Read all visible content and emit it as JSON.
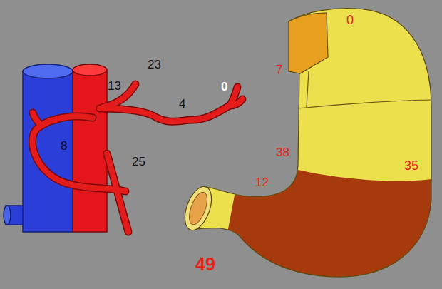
{
  "diagram": {
    "labels": [
      "0",
      "23",
      "7",
      "13",
      "4",
      "0",
      "8",
      "25",
      "38",
      "35",
      "12",
      "49"
    ]
  }
}
